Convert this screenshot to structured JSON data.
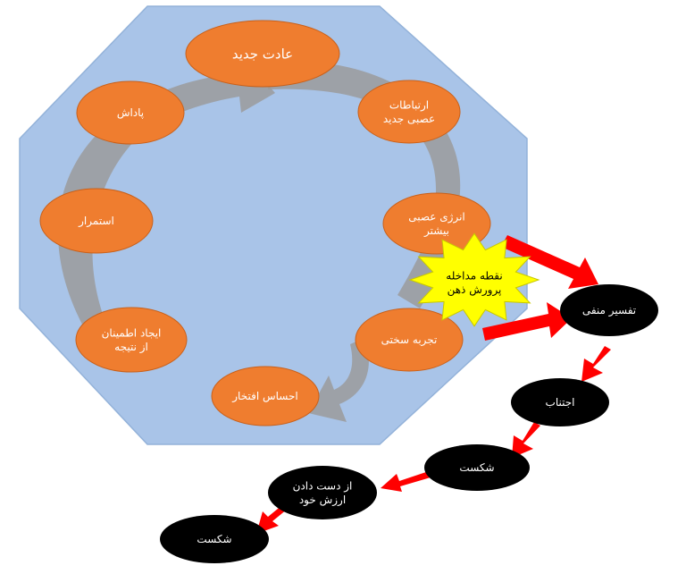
{
  "colors": {
    "octagon_fill": "#a9c4e8",
    "octagon_stroke": "#93b2d9",
    "cycle_node_fill": "#ef7d2f",
    "cycle_node_stroke": "#c9601a",
    "negative_node_fill": "#000000",
    "arrow_red": "#ff0000",
    "cycle_arrow": "#9b9b9b",
    "star_fill": "#ffff00",
    "star_stroke": "#c8c800",
    "text_light": "#ffffff",
    "text_dark": "#000000"
  },
  "cycle_nodes": [
    {
      "id": "new-habit",
      "lines": [
        "عادت جدید"
      ]
    },
    {
      "id": "new-connections",
      "lines": [
        "ارتباطات",
        "عصبی جدید"
      ]
    },
    {
      "id": "more-energy",
      "lines": [
        "انرژی عصبی",
        "بیشتر"
      ]
    },
    {
      "id": "hard-experience",
      "lines": [
        "تجربه سختی"
      ]
    },
    {
      "id": "pride",
      "lines": [
        "احساس افتخار"
      ]
    },
    {
      "id": "confidence",
      "lines": [
        "ایجاد اطمینان",
        "از نتیجه"
      ]
    },
    {
      "id": "persistence",
      "lines": [
        "استمرار"
      ]
    },
    {
      "id": "reward",
      "lines": [
        "پاداش"
      ]
    }
  ],
  "intervention": {
    "lines": [
      "نقطه مداخله",
      "پرورش ذهن"
    ]
  },
  "negative_nodes": [
    {
      "id": "negative-interpretation",
      "lines": [
        "تفسیر منفی"
      ]
    },
    {
      "id": "avoidance",
      "lines": [
        "اجتناب"
      ]
    },
    {
      "id": "failure-1",
      "lines": [
        "شکست"
      ]
    },
    {
      "id": "loss-self-worth",
      "lines": [
        "از دست دادن",
        "ارزش خود"
      ]
    },
    {
      "id": "failure-2",
      "lines": [
        "شکست"
      ]
    }
  ]
}
